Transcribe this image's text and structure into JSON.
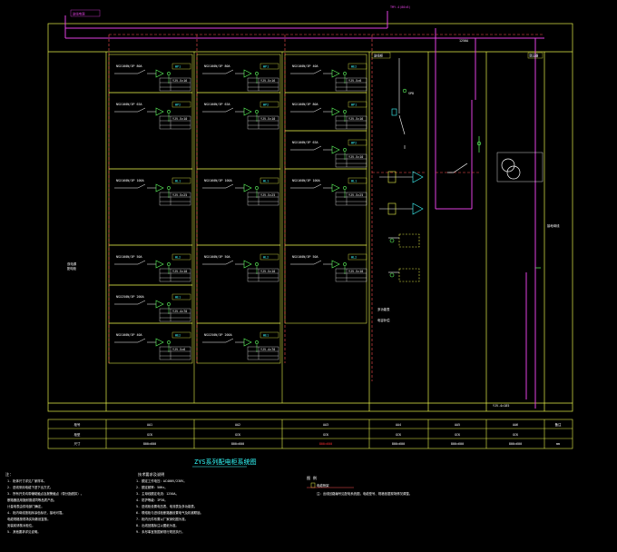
{
  "drawing": {
    "title": "ZYS系列配电柜系统图",
    "top_label": "进线电源",
    "left_side_label": "双电源\n配电柜",
    "bottom_bus_label": "YJV-4×185",
    "notes_heading": "注：",
    "notes_col1": [
      "1. 柜体尺寸详见厂家样本。",
      "2. 进线采用电缆下进下出方式。",
      "3. 所有开关均带辅助触点及报警触点（带分励脱扣）。",
      "   断路器选用施耐德或同等品质产品。",
      "   计量电表由供电部门确定。",
      "4. 柜内母线按相序涂色标识，接地可靠。",
      "   电缆规格按现场实际敷设复核。",
      "   安装前请核对柜位。",
      "5. 其他要求详见说明。"
    ],
    "notes_col2_heading": "技术要求及说明",
    "notes_col2": [
      "1. 额定工作电压：AC400V/230V。",
      "2. 额定频率：50Hz。",
      "3. 主母线额定电流：1250A。",
      "4. 防护等级：IP30。",
      "5. 进线柜设置电压表、电流表及多功能表。",
      "6. 联络柜与进线柜断路器设置电气及机械联锁。",
      "7. 柜内元件布置以厂家深化图为准。",
      "8. 出线回路标注以图纸为准。",
      "9. 未尽事宜按国家现行规范执行。"
    ],
    "legend_heading": "图 例",
    "legend_item": "电缆桥架",
    "legend_note": "注：出线回路编号见配电系统图，电缆型号、规格依据现场情况调整。"
  },
  "table_headers": [
    "柜号",
    "AA1",
    "AA2",
    "AA3",
    "AA4",
    "AA5",
    "AA6",
    "备注"
  ],
  "table_rows": [
    [
      "柜型",
      "GCK",
      "GCK",
      "GCK",
      "GCK",
      "GCK",
      "GCK",
      ""
    ],
    [
      "尺寸",
      "800×600",
      "800×600",
      "800×600",
      "800×600",
      "800×600",
      "800×600",
      "mm"
    ]
  ],
  "feeders": [
    {
      "name": "WP1",
      "breaker": "NSX100N/3P 80A",
      "cable": "YJV-5×16"
    },
    {
      "name": "WP2",
      "breaker": "NSX100N/3P 63A",
      "cable": "YJV-5×10"
    },
    {
      "name": "WL1",
      "breaker": "NSX160N/3P 100A",
      "cable": "YJV-5×25"
    },
    {
      "name": "WL2",
      "breaker": "NSX100N/3P 50A",
      "cable": "YJV-5×10"
    },
    {
      "name": "WE1",
      "breaker": "NSX250N/3P 200A",
      "cable": "YJV-4×70"
    },
    {
      "name": "WE2",
      "breaker": "NSX100N/3P 40A",
      "cable": "YJV-5×6"
    }
  ],
  "labels": {
    "incoming_panel": "进线柜",
    "transformer": "变压器",
    "breaker_main": "1250A",
    "meter": "多功能表",
    "surge": "SPD",
    "capacitor": "电容补偿",
    "busbar": "TMY-4(80×8)",
    "right_side": "接地母线"
  },
  "colors": {
    "frame": "#e6f04a",
    "magenta": "#e040e0",
    "red_dash": "#ff5050",
    "cyan": "#40ffff",
    "green": "#60ff60",
    "white": "#ffffff",
    "red": "#ff3030"
  }
}
